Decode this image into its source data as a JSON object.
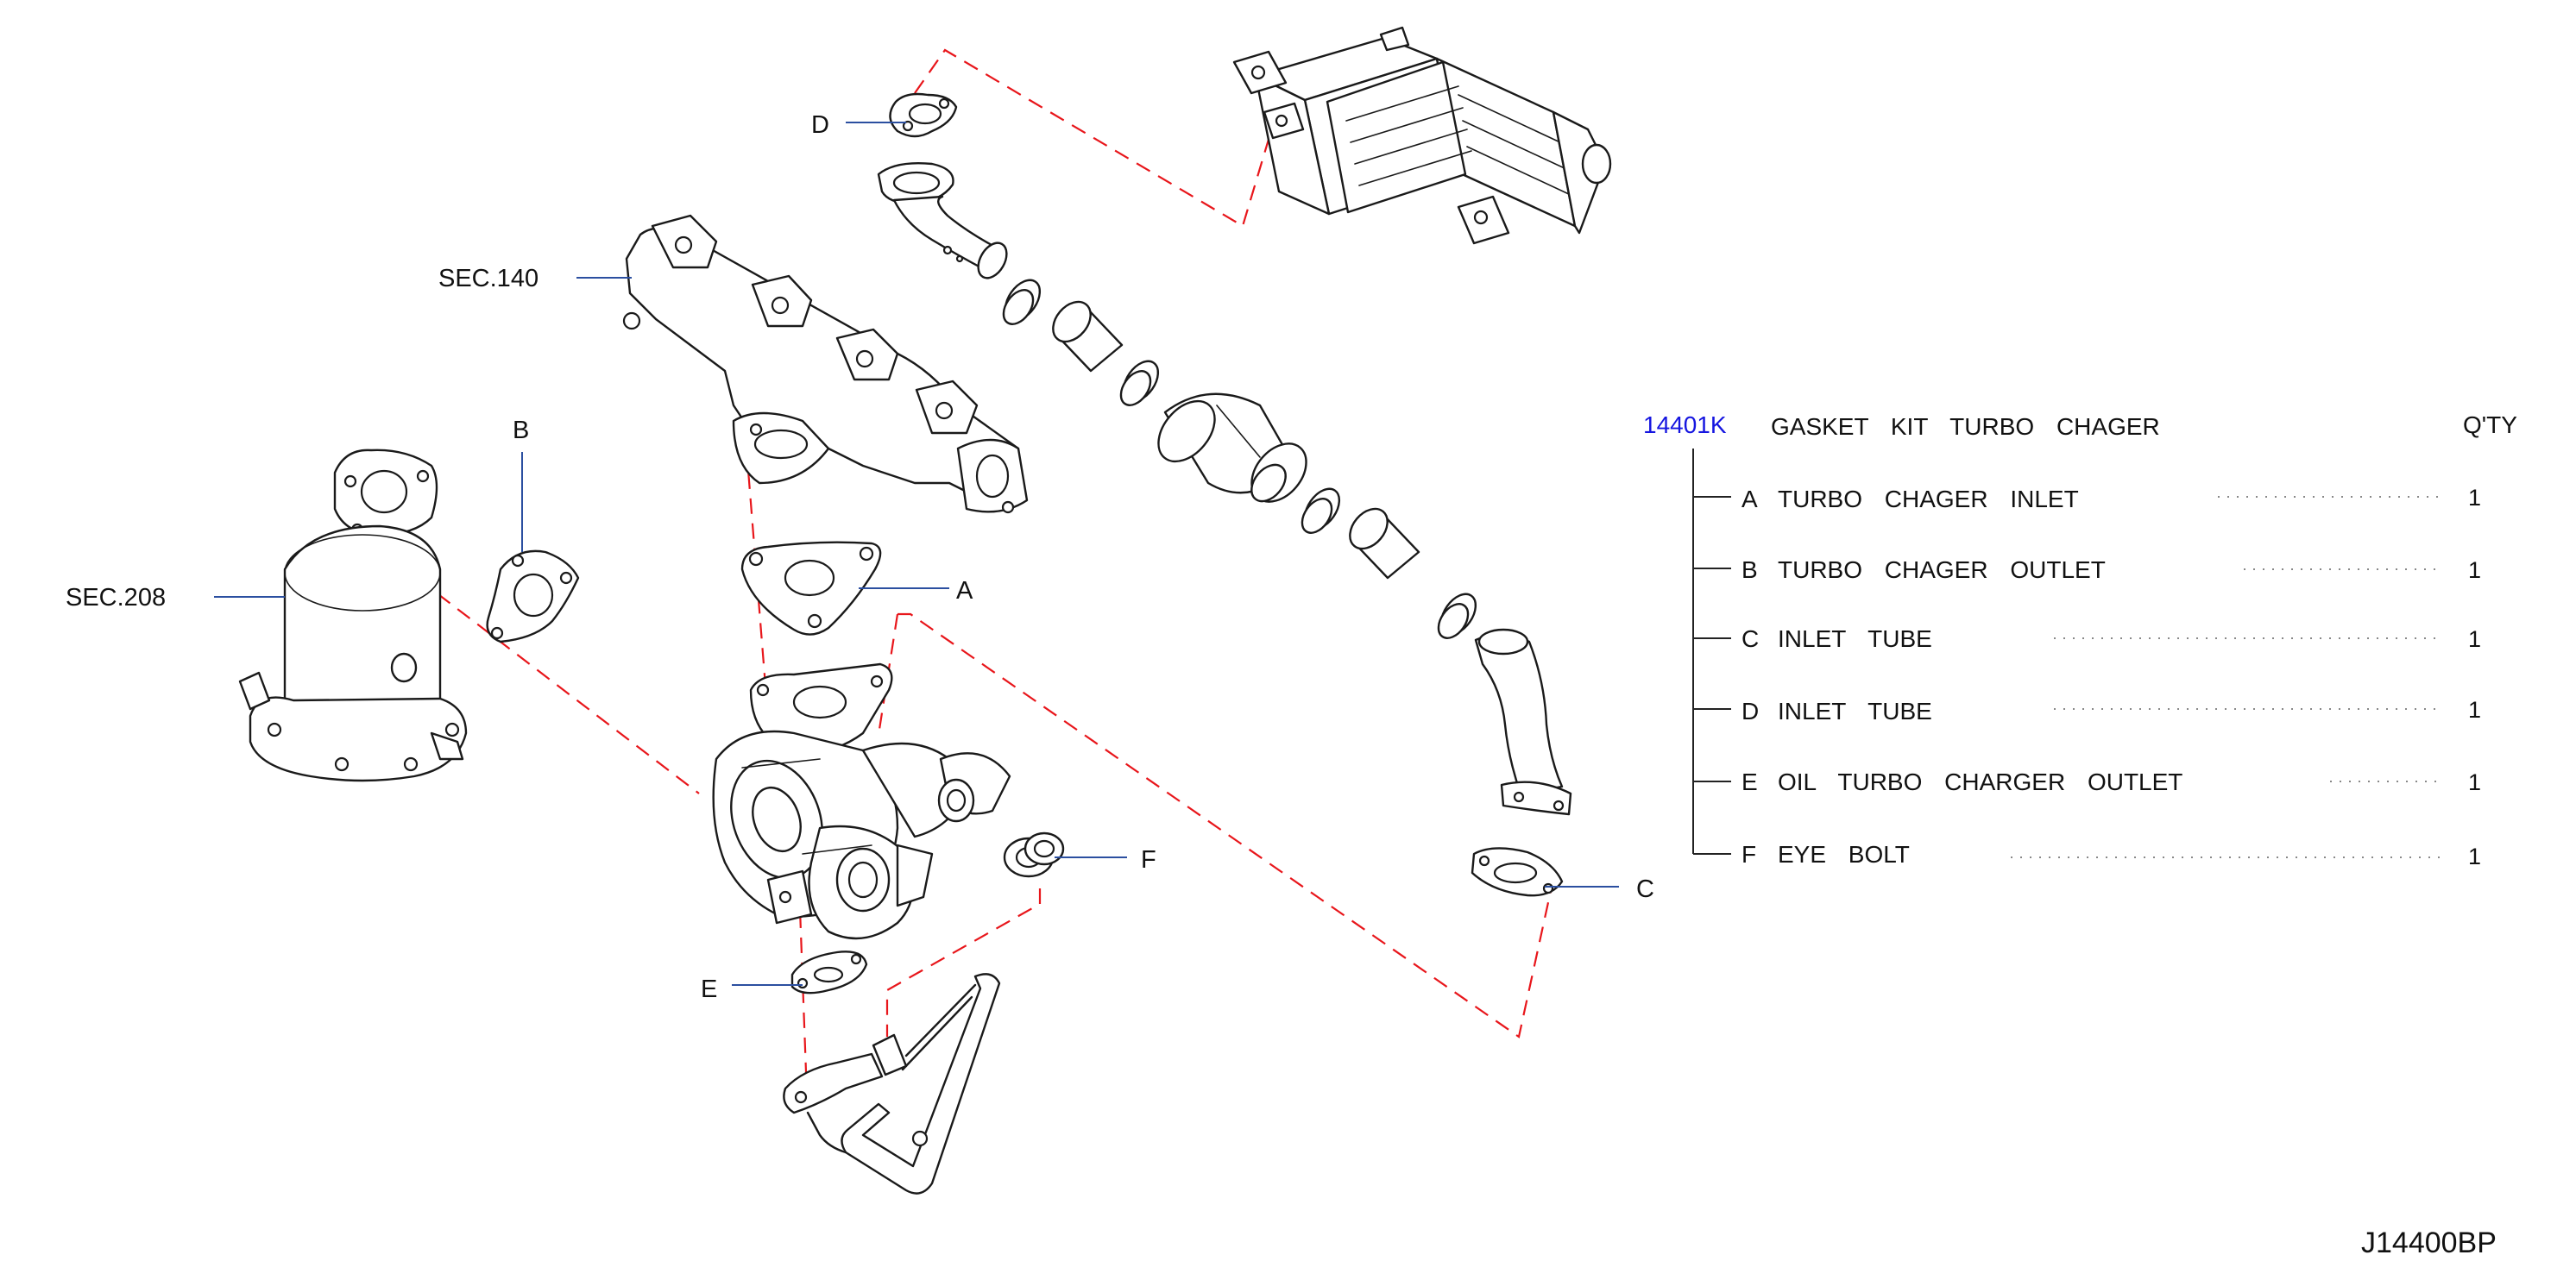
{
  "labels": {
    "sec140": "SEC.140",
    "sec208": "SEC.208",
    "a": "A",
    "b": "B",
    "c": "C",
    "d": "D",
    "e": "E",
    "f": "F"
  },
  "parts_table": {
    "kit_number": "14401K",
    "kit_name": "GASKET KIT TURBO CHAGER",
    "qty_header": "Q'TY",
    "items": [
      {
        "letter": "A",
        "name": "TURBO CHAGER INLET",
        "qty": "1"
      },
      {
        "letter": "B",
        "name": "TURBO CHAGER OUTLET",
        "qty": "1"
      },
      {
        "letter": "C",
        "name": "INLET TUBE",
        "qty": "1"
      },
      {
        "letter": "D",
        "name": "INLET TUBE",
        "qty": "1"
      },
      {
        "letter": "E",
        "name": "OIL TURBO CHARGER OUTLET",
        "qty": "1"
      },
      {
        "letter": "F",
        "name": "EYE BOLT",
        "qty": "1"
      }
    ]
  },
  "diagram_code": "J14400BP",
  "colors": {
    "leader": "#2b4fa0",
    "dashed_connector": "#e8161b",
    "kit_number": "#1515e0"
  }
}
